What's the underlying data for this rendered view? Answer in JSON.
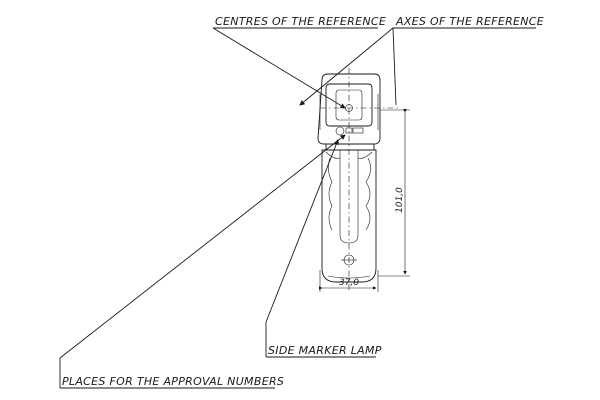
{
  "labels": {
    "centres": "CENTRES OF THE REFERENCE",
    "axes": "AXES OF THE REFERENCE",
    "lamp": "SIDE MARKER LAMP",
    "approval": "PLACES FOR THE APPROVAL NUMBERS"
  },
  "dimensions": {
    "height": "101,0",
    "width": "37,0"
  }
}
